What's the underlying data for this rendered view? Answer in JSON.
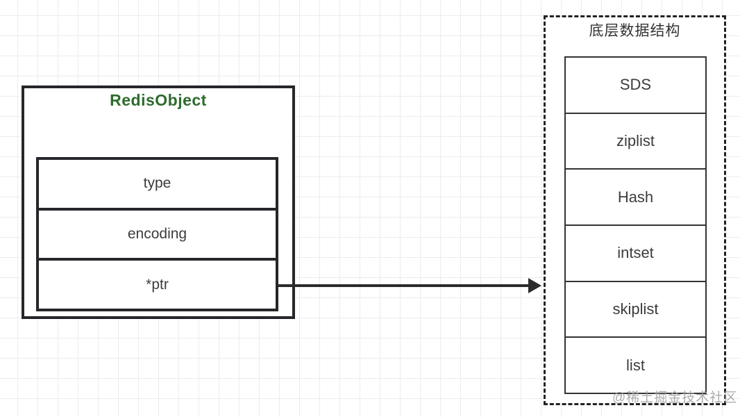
{
  "diagram": {
    "redis_object": {
      "title": "RedisObject",
      "fields": [
        "type",
        "encoding",
        "*ptr"
      ]
    },
    "underlying": {
      "title": "底层数据结构",
      "structures": [
        "SDS",
        "ziplist",
        "Hash",
        "intset",
        "skiplist",
        "list"
      ]
    },
    "arrow": {
      "from": "*ptr",
      "to": "底层数据结构"
    },
    "watermark": "@稀土掘金技术社区",
    "colors": {
      "box_border": "#26262b",
      "title_green": "#2d6b2d",
      "cell_text": "#3c3c3c",
      "grid_line": "#ececec",
      "watermark_gray": "#9e9e9e"
    }
  }
}
